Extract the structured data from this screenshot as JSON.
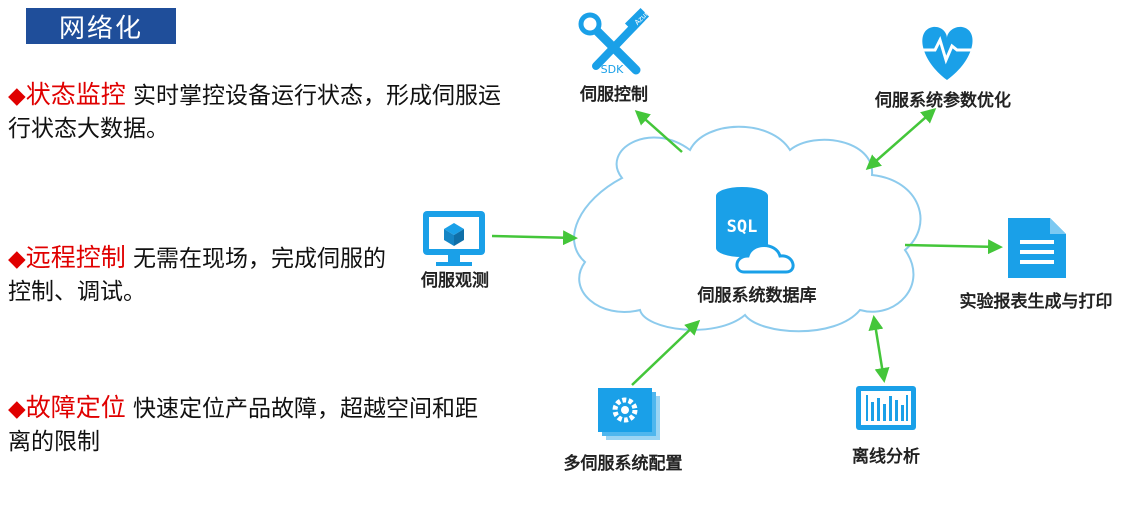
{
  "title": "网络化",
  "features": [
    {
      "keyword": "状态监控",
      "text": "实时掌控设备运行状态，形成伺服运行状态大数据。"
    },
    {
      "keyword": "远程控制",
      "text": "无需在现场，完成伺服的控制、调试。"
    },
    {
      "keyword": "故障定位",
      "text": "快速定位产品故障，超越空间和距离的限制"
    }
  ],
  "diagram": {
    "center_label": "伺服系统数据库",
    "db_icon_text": "SQL",
    "sdk_text": "SDK",
    "azure_text": "Azure",
    "nodes": {
      "servo_control": "伺服控制",
      "param_opt": "伺服系统参数优化",
      "observe": "伺服观测",
      "report": "实验报表生成与打印",
      "multi_config": "多伺服系统配置",
      "offline": "离线分析"
    }
  },
  "colors": {
    "title_bg": "#1f4e9a",
    "keyword": "#e00000",
    "arrow": "#44c63a",
    "icon": "#1aa0e8",
    "cloud_stroke": "#8dcbed"
  }
}
